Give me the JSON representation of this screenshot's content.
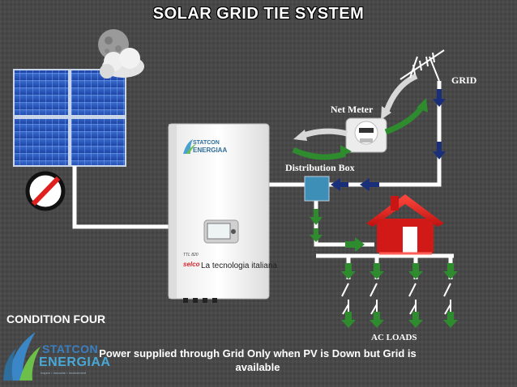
{
  "title": "SOLAR GRID TIE SYSTEM",
  "labels": {
    "grid": "GRID",
    "net_meter": "Net Meter",
    "distribution_box": "Distribution Box",
    "ac_loads": "AC LOADS"
  },
  "condition": "CONDITION FOUR",
  "description": "Power supplied through Grid Only when PV is Down but Grid is available",
  "logo": {
    "line1": "STATCON",
    "line2": "ENERGIAA",
    "tagline": "Inspire • Innovate • Involvement"
  },
  "inverter": {
    "brand_line1": "STATCON",
    "brand_line2": "ENERGIAA",
    "model": "TTL 820",
    "slogan_brand": "selco",
    "slogan": "La tecnologia italiana"
  },
  "icons": {
    "pv_status": "prohibited-icon",
    "weather": "moon-cloud-icon",
    "house": "house-icon",
    "antenna": "antenna-icon"
  },
  "colors": {
    "flow_down": "#2e8b2e",
    "flow_grid": "#1a2f7a",
    "house": "#e0201e",
    "wire": "#ffffff",
    "distribution_box": "#3d8fb8"
  }
}
